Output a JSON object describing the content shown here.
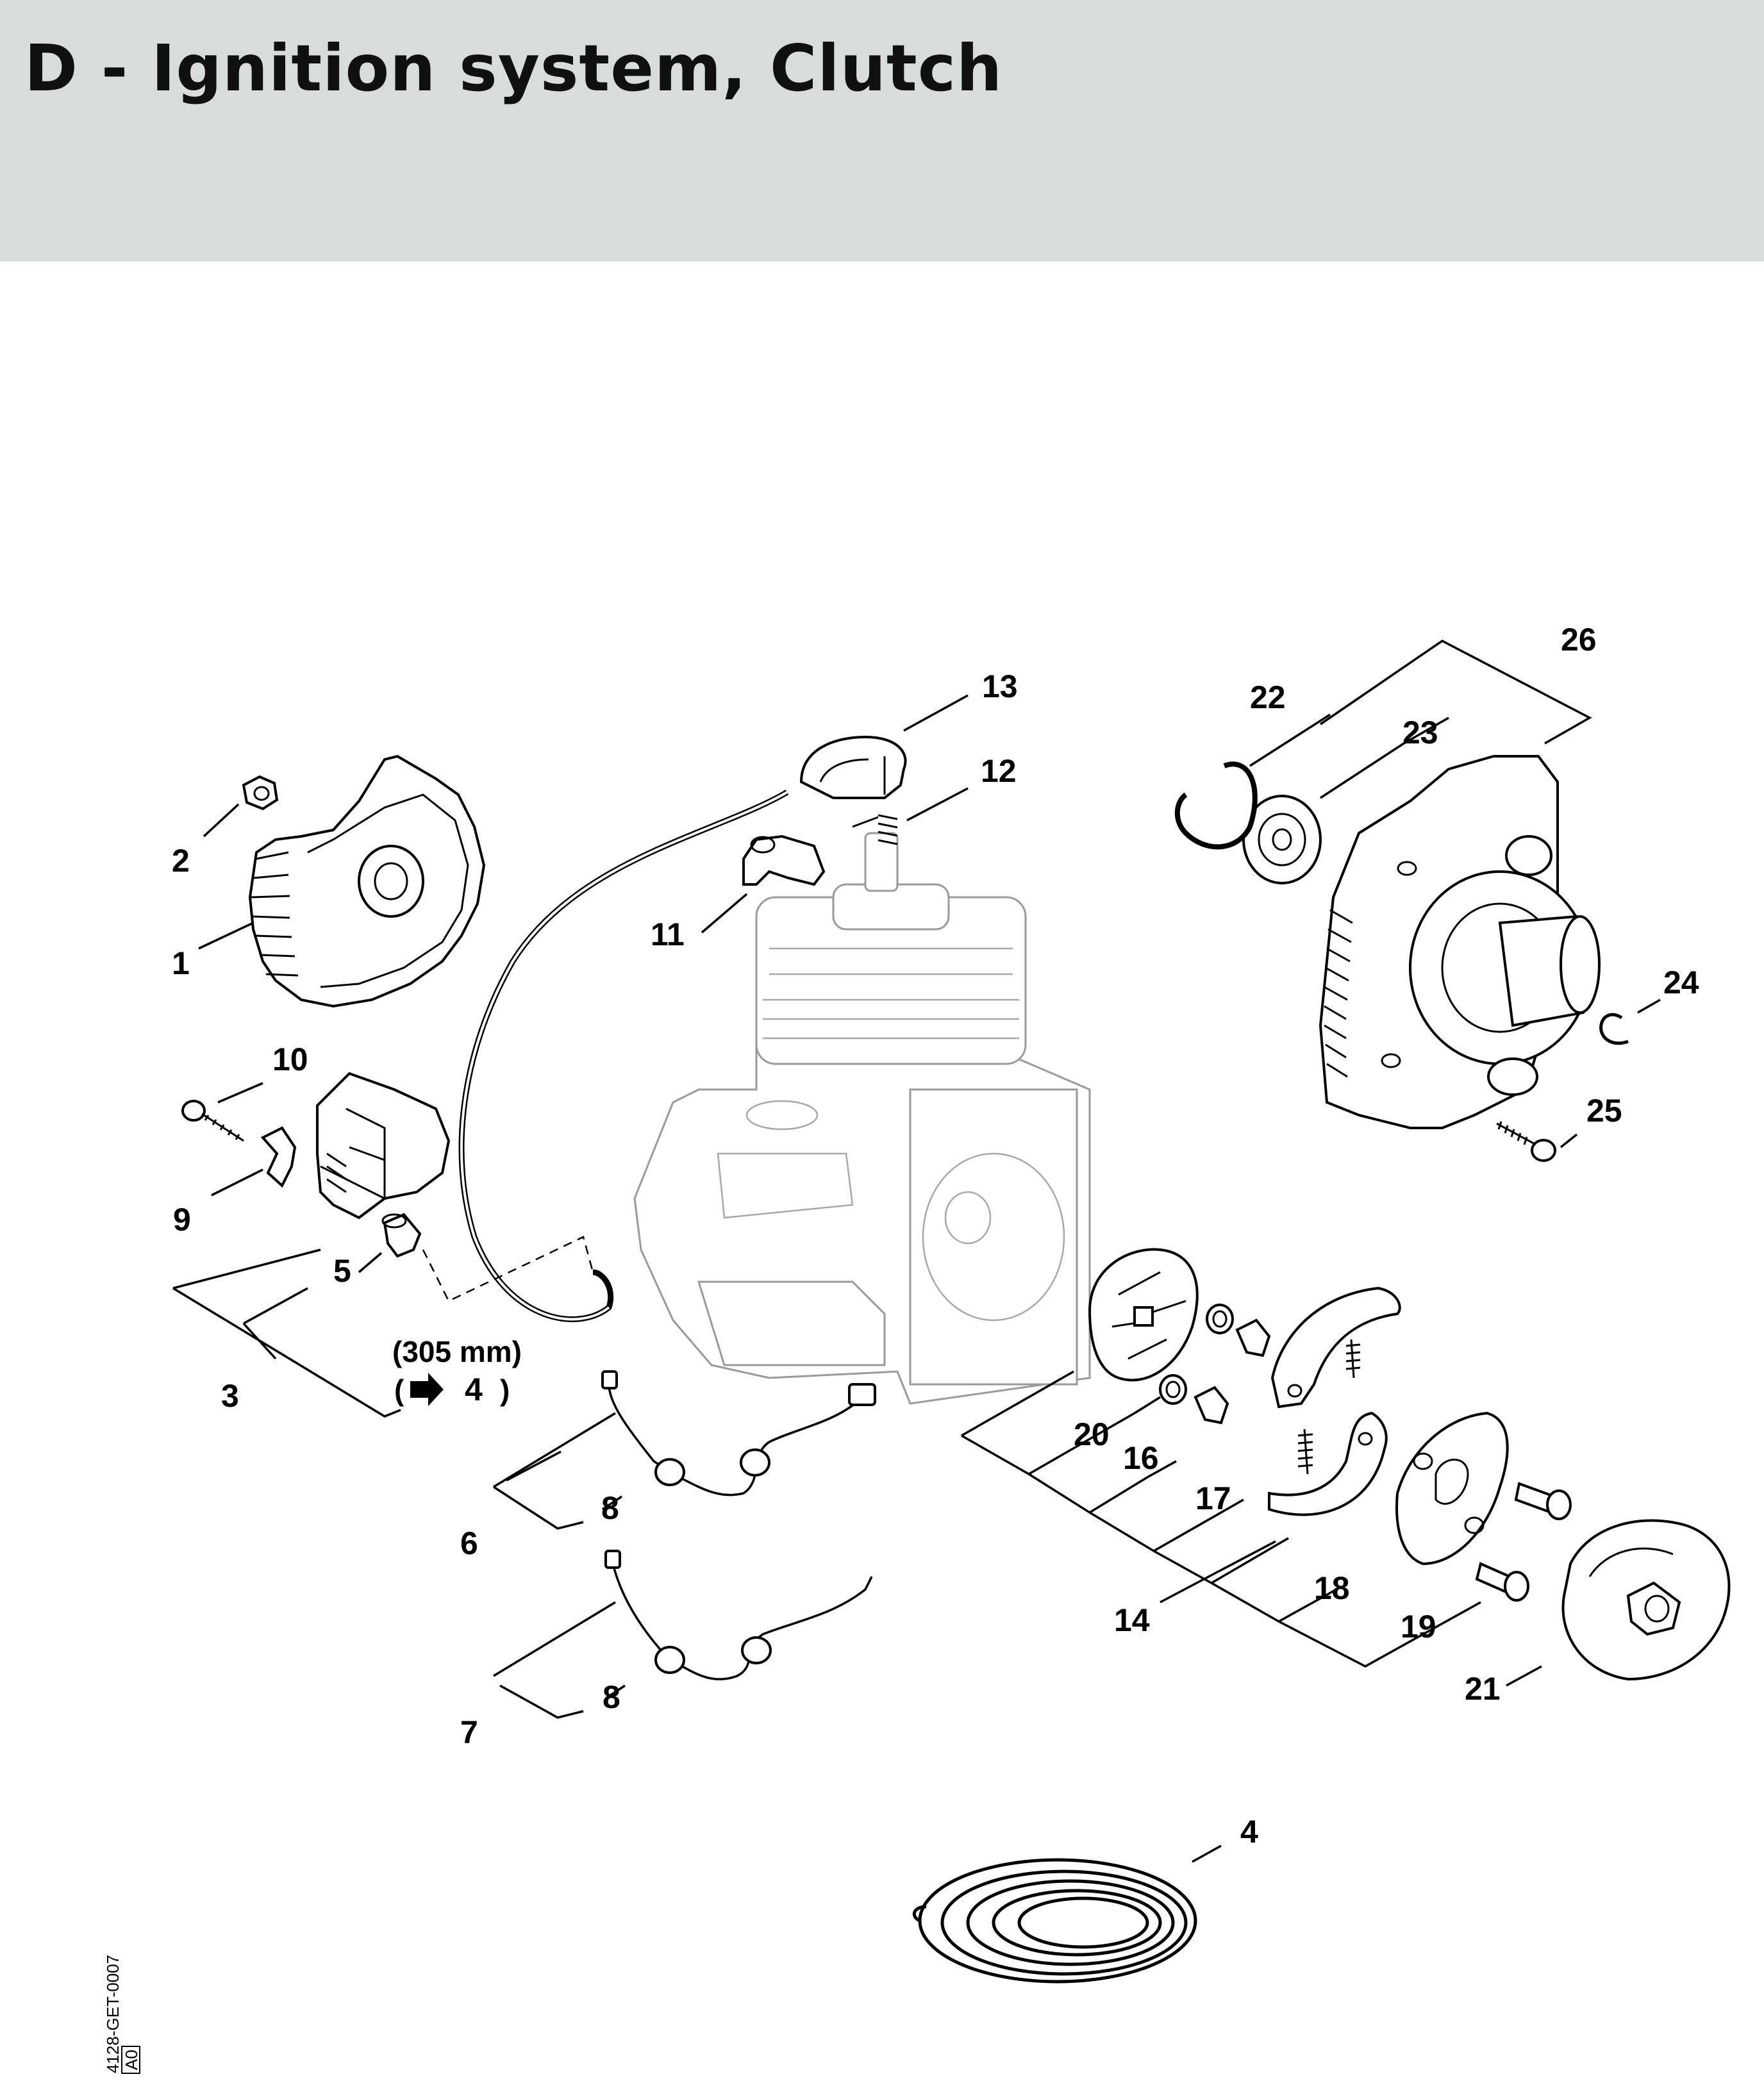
{
  "page": {
    "title": "D - Ignition system, Clutch"
  },
  "diagram": {
    "callouts": {
      "c1": "1",
      "c2": "2",
      "c3": "3",
      "c4a": "4",
      "c4b": "4",
      "c5": "5",
      "c6": "6",
      "c7": "7",
      "c8a": "8",
      "c8b": "8",
      "c9": "9",
      "c10": "10",
      "c11": "11",
      "c12": "12",
      "c13": "13",
      "c14": "14",
      "c16": "16",
      "c17": "17",
      "c18": "18",
      "c19": "19",
      "c20": "20",
      "c21": "21",
      "c22": "22",
      "c23": "23",
      "c24": "24",
      "c25": "25",
      "c26": "26"
    },
    "cable_length_note": "(305 mm)",
    "note_open": "(",
    "note_close": ")",
    "drawing_code": "4128-GET-0007",
    "drawing_code_box": "A0"
  }
}
